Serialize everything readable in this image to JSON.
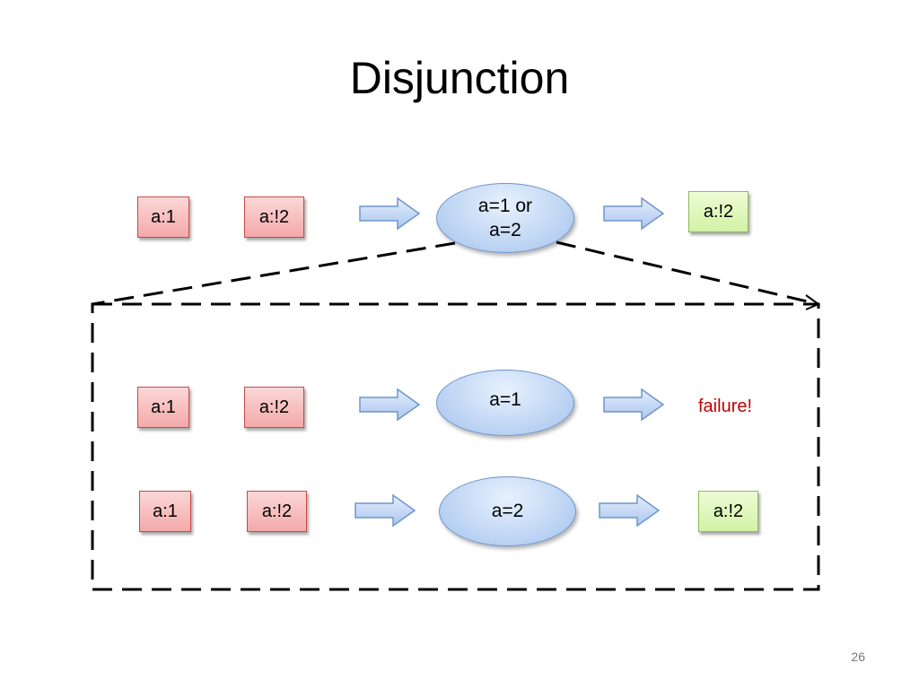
{
  "title": "Disjunction",
  "page_number": "26",
  "top_row": {
    "inputs": [
      "a:1",
      "a:!2"
    ],
    "condition_line1": "a=1 or",
    "condition_line2": "a=2",
    "output": "a:!2"
  },
  "branch_1": {
    "inputs": [
      "a:1",
      "a:!2"
    ],
    "condition": "a=1",
    "result": "failure!"
  },
  "branch_2": {
    "inputs": [
      "a:1",
      "a:!2"
    ],
    "condition": "a=2",
    "output": "a:!2"
  },
  "colors": {
    "input_box": "#f4a9a9",
    "output_box": "#d2f2a4",
    "condition_ellipse": "#c3d8f5",
    "arrow_fill": "#c3d8f5",
    "failure_text": "#c00000"
  }
}
